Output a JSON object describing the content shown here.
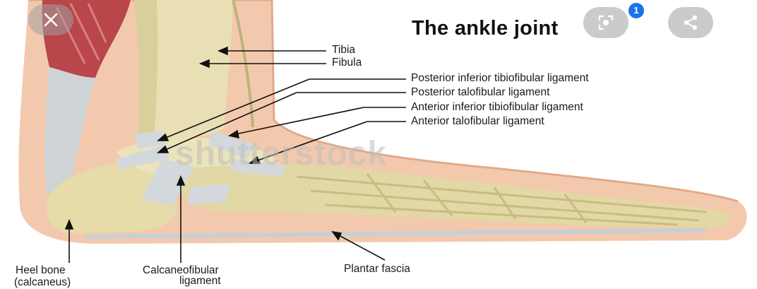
{
  "title": "The ankle joint",
  "watermark": "shutterstock",
  "badge_count": "1",
  "labels": {
    "tibia": "Tibia",
    "fibula": "Fibula",
    "post_inf_tibiofibular": "Posterior inferior tibiofibular ligament",
    "post_talofibular": "Posterior talofibular ligament",
    "ant_inf_tibiofibular": "Anterior inferior tibiofibular ligament",
    "ant_talofibular": "Anterior talofibular ligament",
    "heel_bone_1": "Heel bone",
    "heel_bone_2": "(calcaneus)",
    "calcaneofibular_1": "Calcaneofibular",
    "calcaneofibular_2": "ligament",
    "plantar_fascia": "Plantar fascia"
  },
  "icons": {
    "close": "close-icon",
    "lens": "lens-search-icon",
    "share": "share-icon"
  }
}
